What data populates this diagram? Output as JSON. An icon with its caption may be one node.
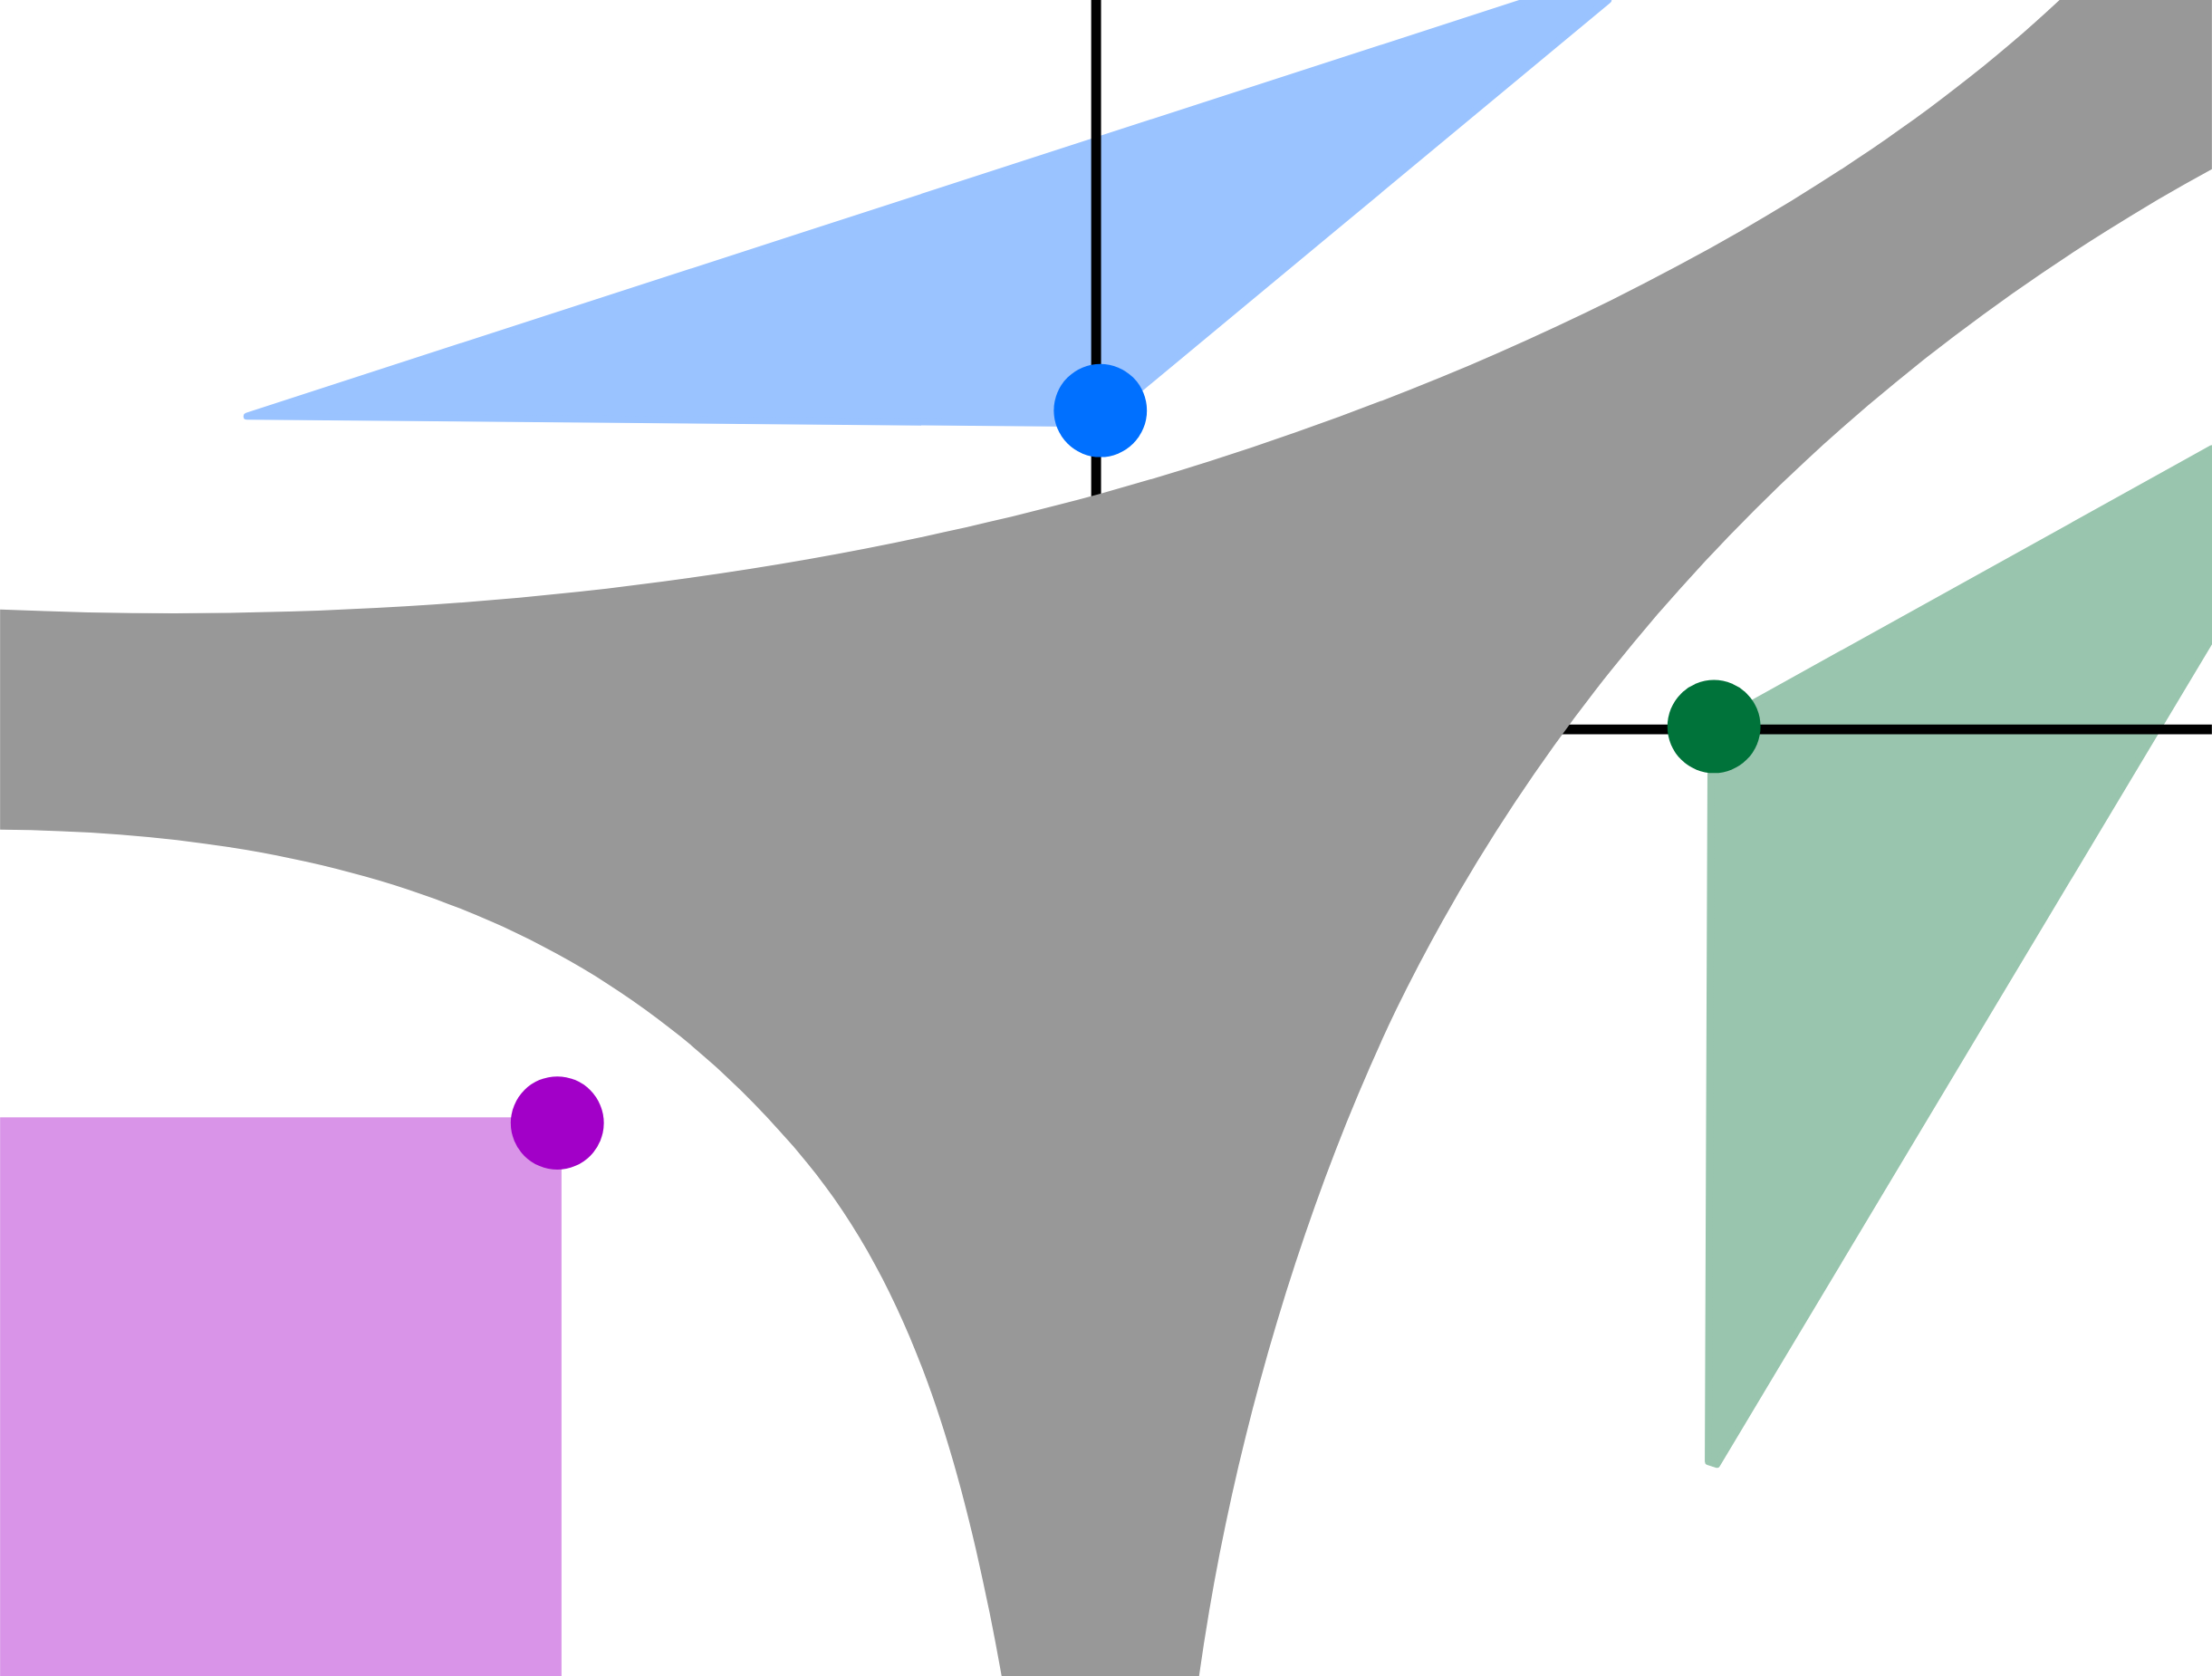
{
  "diagram": {
    "nodes": [
      {
        "text": [],
        "shape": "triangle"
      },
      {
        "text": [],
        "shape": "circle"
      },
      {
        "text": [],
        "shape": "circle"
      },
      {
        "text": [],
        "shape": "triangle"
      },
      {
        "text": [],
        "shape": "circle"
      },
      {
        "text": [],
        "shape": "box"
      }
    ]
  }
}
